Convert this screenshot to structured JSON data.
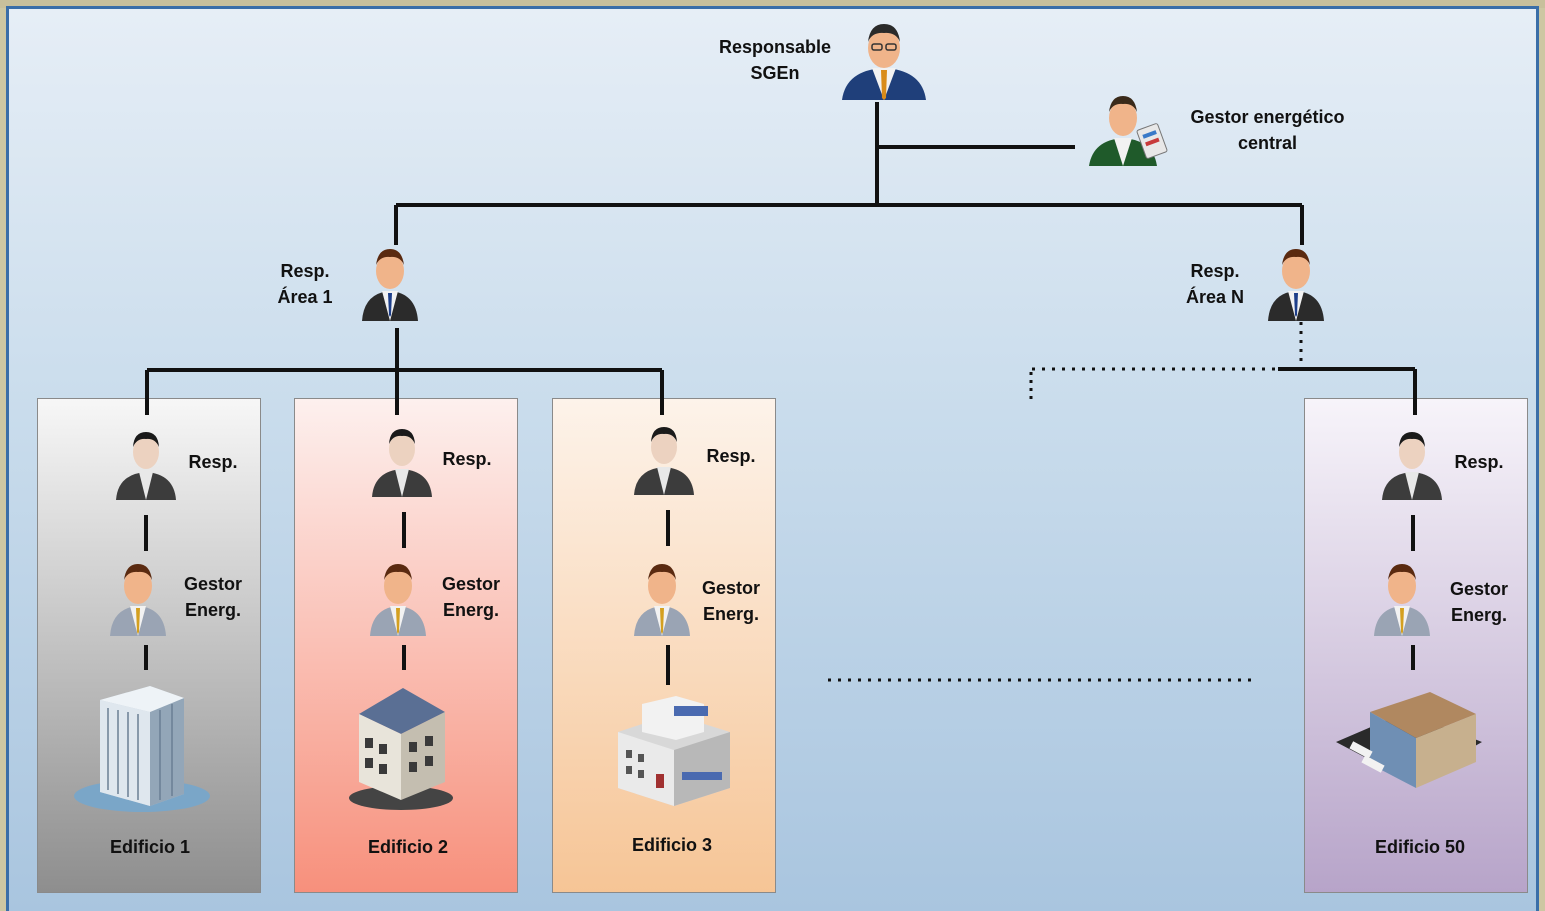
{
  "top": {
    "responsable": "Responsable\nSGEn",
    "gestor_central": "Gestor energético\ncentral"
  },
  "areas": [
    {
      "label": "Resp.\nÁrea 1"
    },
    {
      "label": "Resp.\nÁrea N"
    }
  ],
  "buildings": [
    {
      "resp": "Resp.",
      "gestor": "Gestor\nEnerg.",
      "name": "Edificio 1",
      "color_top": "#f7f7f7",
      "color_bottom": "#8e8e8e"
    },
    {
      "resp": "Resp.",
      "gestor": "Gestor\nEnerg.",
      "name": "Edificio 2",
      "color_top": "#fdf0ee",
      "color_bottom": "#f7907c"
    },
    {
      "resp": "Resp.",
      "gestor": "Gestor\nEnerg.",
      "name": "Edificio 3",
      "color_top": "#fdf3ea",
      "color_bottom": "#f6c596"
    },
    {
      "resp": "Resp.",
      "gestor": "Gestor\nEnerg.",
      "name": "Edificio 50",
      "color_top": "#f7f4fa",
      "color_bottom": "#b7a4c9"
    }
  ],
  "colors": {
    "frame_border": "#3a6ea8",
    "connector": "#111111"
  }
}
